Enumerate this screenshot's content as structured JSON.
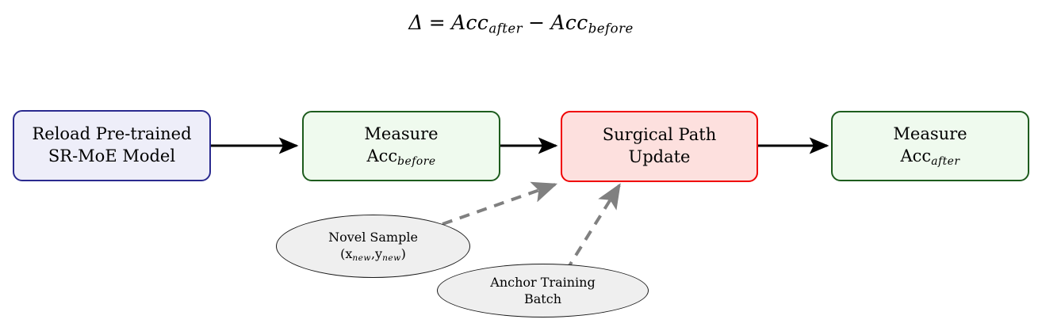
{
  "figure": {
    "title_equation": {
      "delta": "Δ",
      "equals": "=",
      "minus": "−",
      "term_after_base": "Acc",
      "term_after_sub": "after",
      "term_before_base": "Acc",
      "term_before_sub": "before",
      "plain": "Δ = Acc_after − Acc_before"
    },
    "colors": {
      "box_blue_fill": "#eeeef9",
      "box_blue_border": "#2a2a8f",
      "box_green_fill": "#effaee",
      "box_green_border": "#1d5c1d",
      "box_red_fill": "#fde0de",
      "box_red_border": "#f00000",
      "ellipse_fill": "#efefef",
      "ellipse_border": "#1a1a1a",
      "arrow_solid": "#000000",
      "arrow_dashed": "#808080"
    },
    "nodes": [
      {
        "id": "reload-model",
        "shape": "rounded-rect",
        "line1": "Reload Pre-trained",
        "line2": "SR-MoE Model"
      },
      {
        "id": "measure-before",
        "shape": "rounded-rect",
        "line1": "Measure",
        "line2_base": "Acc",
        "line2_sub": "before"
      },
      {
        "id": "surgical-path-update",
        "shape": "rounded-rect",
        "line1": "Surgical Path",
        "line2": "Update"
      },
      {
        "id": "measure-after",
        "shape": "rounded-rect",
        "line1": "Measure",
        "line2_base": "Acc",
        "line2_sub": "after"
      },
      {
        "id": "novel-sample",
        "shape": "ellipse",
        "line1": "Novel Sample",
        "line2_open": "(",
        "line2_x_base": "x",
        "line2_x_sub": "new",
        "line2_comma": ",",
        "line2_y_base": "y",
        "line2_y_sub": "new",
        "line2_close": ")"
      },
      {
        "id": "anchor-batch",
        "shape": "ellipse",
        "line1": "Anchor Training",
        "line2": "Batch"
      }
    ],
    "edges": [
      {
        "id": "e1",
        "from": "reload-model",
        "to": "measure-before",
        "style": "solid",
        "color": "#000000"
      },
      {
        "id": "e2",
        "from": "measure-before",
        "to": "surgical-path-update",
        "style": "solid",
        "color": "#000000"
      },
      {
        "id": "e3",
        "from": "surgical-path-update",
        "to": "measure-after",
        "style": "solid",
        "color": "#000000"
      },
      {
        "id": "e4",
        "from": "novel-sample",
        "to": "surgical-path-update",
        "style": "dashed",
        "color": "#808080"
      },
      {
        "id": "e5",
        "from": "anchor-batch",
        "to": "surgical-path-update",
        "style": "dashed",
        "color": "#808080"
      }
    ]
  }
}
